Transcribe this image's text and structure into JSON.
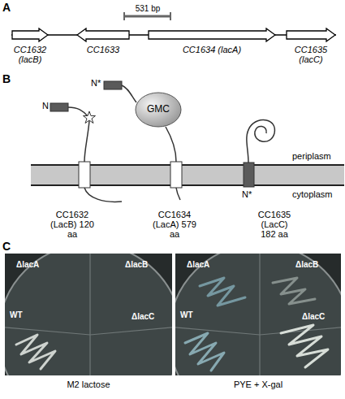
{
  "diagram": {
    "nodes": [
      {
        "text": [
          "CC1632 (lacB)"
        ]
      },
      {
        "text": [
          "CC1633"
        ]
      },
      {
        "text": [
          "CC1634 (lacA)"
        ]
      },
      {
        "text": [
          "CC1635 (lacC)"
        ]
      },
      {
        "text": [
          "GMC"
        ]
      },
      {
        "text": [
          "ΔlacA",
          "ΔlacB",
          "WT",
          "ΔlacC",
          "M2 lactose"
        ]
      },
      {
        "text": [
          "ΔlacA",
          "ΔlacB",
          "WT",
          "ΔlacC",
          "PYE + X-gal"
        ]
      }
    ],
    "labels": [
      "A",
      "531 bp",
      "B",
      "N",
      "N*",
      "periplasm",
      "cytoplasm",
      "CC1632 (LacB) 120 aa",
      "CC1634 (LacA) 579 aa",
      "CC1635 (LacC) 182 aa",
      "N*",
      "C"
    ]
  }
}
